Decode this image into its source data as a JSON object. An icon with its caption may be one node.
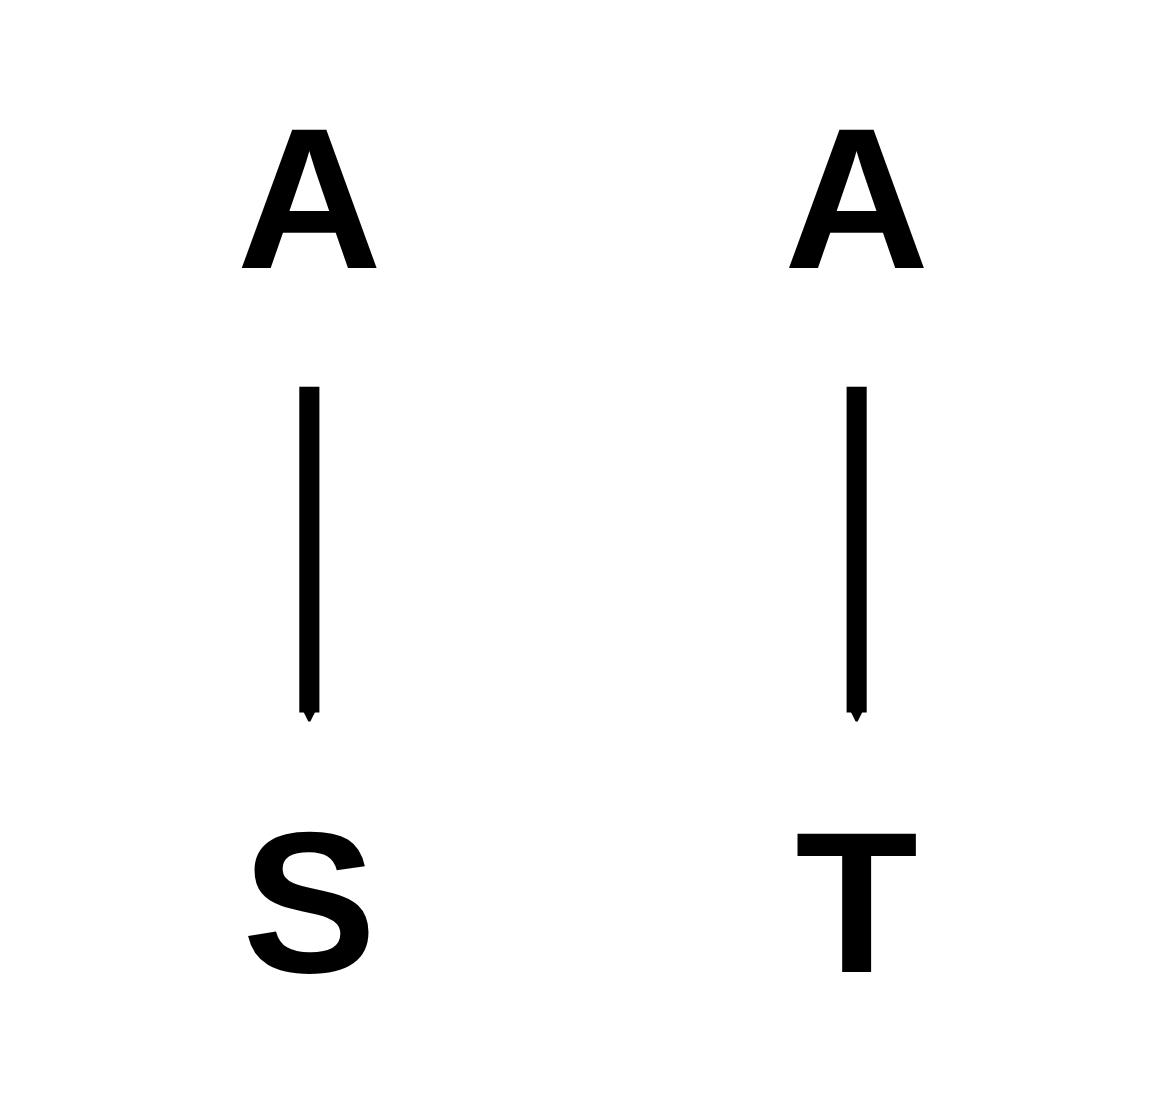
{
  "diagram": {
    "nodes": [
      {
        "text": [
          "A"
        ]
      },
      {
        "text": [
          "A"
        ]
      },
      {
        "text": [
          "S"
        ]
      },
      {
        "text": [
          "T"
        ]
      }
    ],
    "edges": [
      {
        "from": 0,
        "to": 2,
        "arrow": "to"
      },
      {
        "from": 1,
        "to": 3,
        "arrow": "to"
      }
    ]
  }
}
